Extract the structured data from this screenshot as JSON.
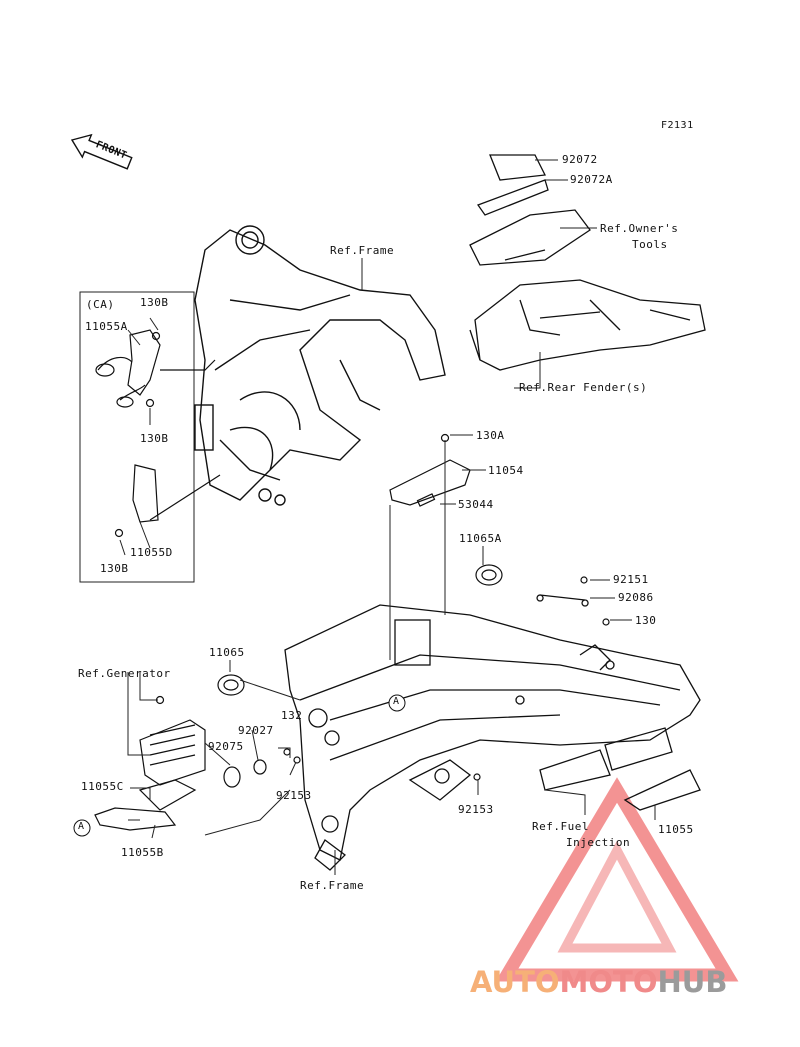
{
  "code": "F2131",
  "front": "FRONT",
  "region": "(CA)",
  "parts": {
    "p92072": "92072",
    "p92072A": "92072A",
    "p130A": "130A",
    "p11054": "11054",
    "p53044": "53044",
    "p11065A": "11065A",
    "p92151": "92151",
    "p92086": "92086",
    "p130": "130",
    "p130B_a": "130B",
    "p11055A": "11055A",
    "p130B_b": "130B",
    "p11055D": "11055D",
    "p130B_c": "130B",
    "p11065": "11065",
    "p132": "132",
    "p92027": "92027",
    "p92075": "92075",
    "p92153_a": "92153",
    "p92153_b": "92153",
    "p11055C": "11055C",
    "p11055B": "11055B",
    "p11055": "11055"
  },
  "refs": {
    "frame_top": "Ref.Frame",
    "owners_tools_1": "Ref.Owner's",
    "owners_tools_2": "Tools",
    "rear_fender": "Ref.Rear Fender(s)",
    "generator": "Ref.Generator",
    "fuel_injection_1": "Ref.Fuel",
    "fuel_injection_2": "Injection",
    "frame_bottom": "Ref.Frame"
  },
  "callout_marker": "A",
  "watermark": {
    "part1": "AUTO",
    "part2": "MOTO",
    "part3": "HUB"
  }
}
